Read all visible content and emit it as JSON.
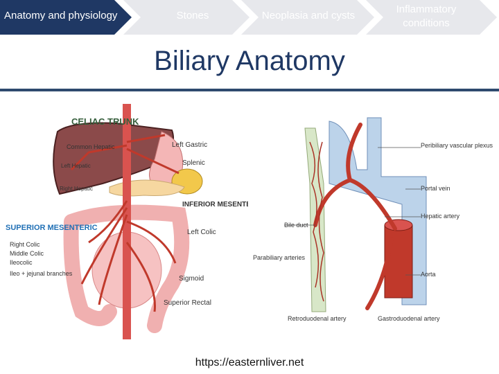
{
  "nav": {
    "tabs": [
      {
        "label": "Anatomy and physiology",
        "active": true
      },
      {
        "label": "Stones",
        "active": false
      },
      {
        "label": "Neoplasia and cysts",
        "active": false
      },
      {
        "label": "Inflammatory conditions",
        "active": false
      }
    ],
    "colors": {
      "active": "#1f3864",
      "inactive": "#e7e8ec",
      "inactive_text": "#ffffff"
    }
  },
  "title": "Biliary Anatomy",
  "left_figure": {
    "labels": {
      "celiac": "CELIAC TRUNK",
      "common_hepatic": "Common Hepatic",
      "left_hepatic": "Left Hepatic",
      "right_hepatic": "Right Hepatic",
      "left_gastric": "Left Gastric",
      "splenic": "Splenic",
      "inferior_mesenteric": "INFERIOR MESENTERIC",
      "left_colic": "Left Colic",
      "superior_mesenteric": "SUPERIOR MESENTERIC",
      "right_colic": "Right Colic",
      "middle_colic": "Middle Colic",
      "ileocolic": "Ileocolic",
      "ileo_jejunal": "Ileo + jejunal branches",
      "sigmoid": "Sigmoid",
      "superior_rectal": "Superior Rectal"
    }
  },
  "right_figure": {
    "labels": {
      "peribiliary": "Peribiliary vascular plexus",
      "portal_vein": "Portal vein",
      "hepatic_artery": "Hepatic artery",
      "bile_duct": "Bile duct",
      "parabiliary": "Parabiliary arteries",
      "aorta": "Aorta",
      "retroduodenal": "Retroduodenal artery",
      "gastroduodenal": "Gastroduodenal artery"
    }
  },
  "caption": "https://easternliver.net"
}
